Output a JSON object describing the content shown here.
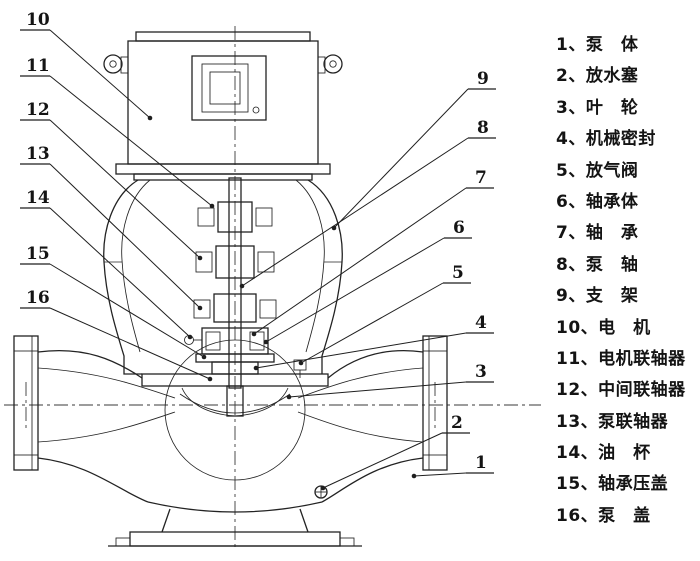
{
  "colors": {
    "ink": "#1f1f1f",
    "background": "#ffffff"
  },
  "legend": {
    "items": [
      "1、泵　体",
      "2、放水塞",
      "3、叶　轮",
      "4、机械密封",
      "5、放气阀",
      "6、轴承体",
      "7、轴　承",
      "8、泵　轴",
      "9、支　架",
      "10、电　机",
      "11、电机联轴器",
      "12、中间联轴器",
      "13、泵联轴器",
      "14、油　杯",
      "15、轴承压盖",
      "16、泵　盖"
    ]
  },
  "callouts": {
    "left": [
      "10",
      "11",
      "12",
      "13",
      "14",
      "15",
      "16"
    ],
    "right": [
      "9",
      "8",
      "7",
      "6",
      "5",
      "4",
      "3",
      "2",
      "1"
    ]
  }
}
